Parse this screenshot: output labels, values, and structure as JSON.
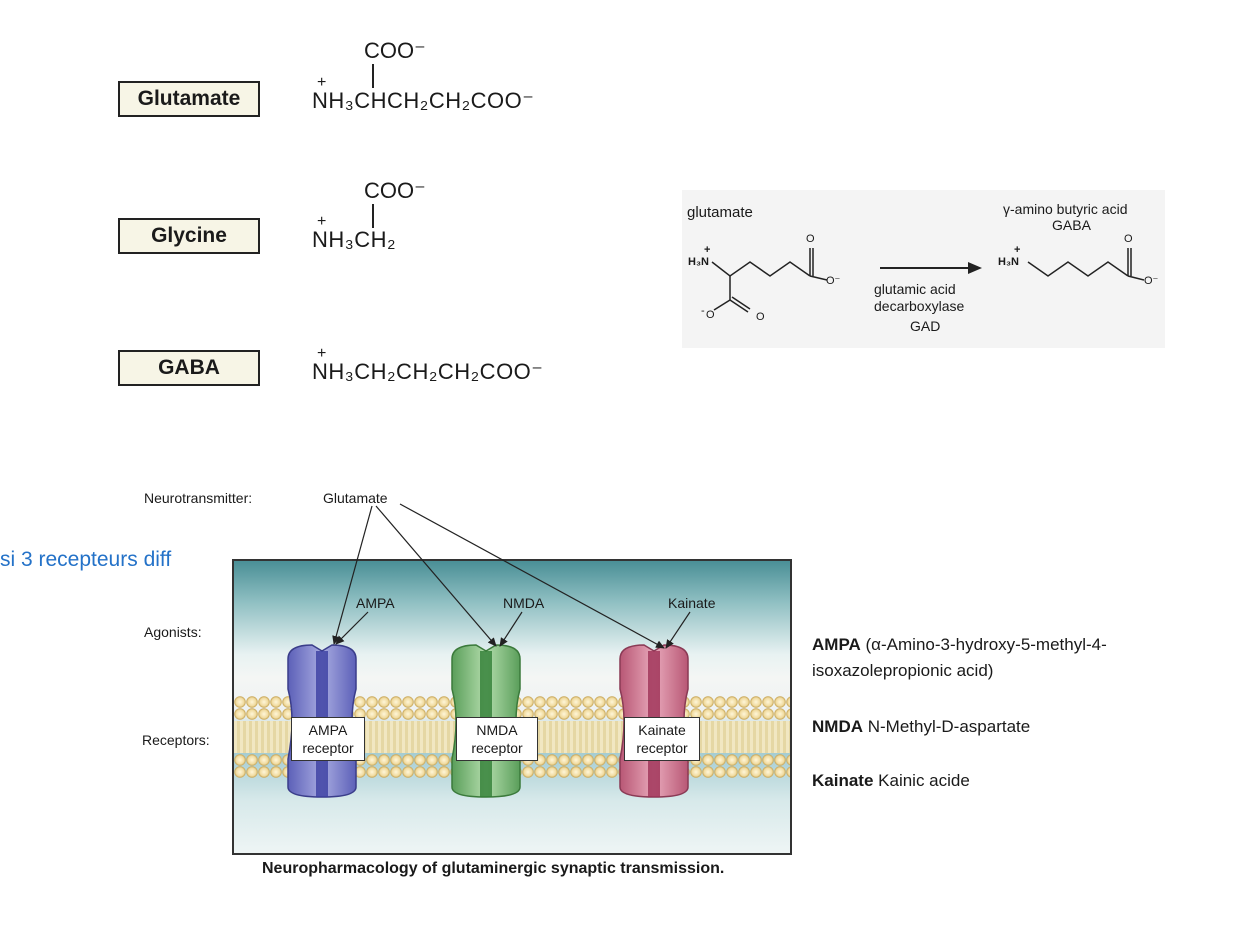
{
  "amino_acids": [
    {
      "name": "Glutamate",
      "formula_top": "COO⁻",
      "formula_main": "NH₃CHCH₂CH₂COO⁻",
      "charge": "+"
    },
    {
      "name": "Glycine",
      "formula_top": "COO⁻",
      "formula_main": "NH₃CH₂",
      "charge": "+"
    },
    {
      "name": "GABA",
      "formula_main": "NH₃CH₂CH₂CH₂COO⁻",
      "charge": "+"
    }
  ],
  "reaction": {
    "substrate": "glutamate",
    "product_line1": "γ-amino butyric acid",
    "product_line2": "GABA",
    "enzyme_line1": "glutamic acid",
    "enzyme_line2": "decarboxylase",
    "enzyme_line3": "GAD",
    "amine": "H₃N",
    "plus": "+",
    "oxygen": "O",
    "o_minus": "O⁻",
    "minus": "-"
  },
  "receptor_figure": {
    "neurotransmitter_label": "Neurotransmitter:",
    "neurotransmitter": "Glutamate",
    "agonists_label": "Agonists:",
    "receptors_label": "Receptors:",
    "agonists": [
      "AMPA",
      "NMDA",
      "Kainate"
    ],
    "receptors": [
      {
        "line1": "AMPA",
        "line2": "receptor",
        "color": "#6f74c4"
      },
      {
        "line1": "NMDA",
        "line2": "receptor",
        "color": "#6fb06f"
      },
      {
        "line1": "Kainate",
        "line2": "receptor",
        "color": "#c96a86"
      }
    ],
    "caption": "Neuropharmacology of glutaminergic synaptic transmission."
  },
  "side_note": "si 3 recepteurs diff",
  "definitions": [
    {
      "term": "AMPA",
      "text": " (α-Amino-3-hydroxy-5-methyl-4-",
      "text2": "isoxazolepropionic acid)"
    },
    {
      "term": "NMDA",
      "text": " N-Methyl-D-aspartate"
    },
    {
      "term": "Kainate",
      "text": " Kainic acide"
    }
  ]
}
